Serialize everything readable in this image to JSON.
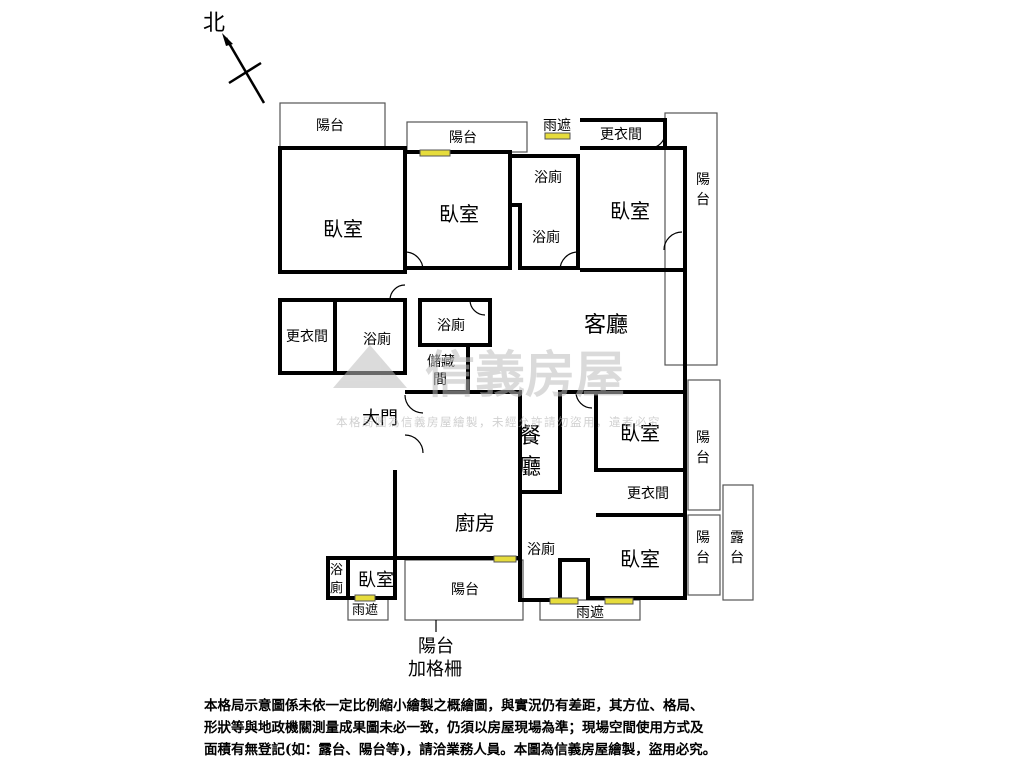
{
  "compass": {
    "north": "北"
  },
  "rooms": {
    "balcony_nw": "陽台",
    "balcony_n": "陽台",
    "canopy_n": "雨遮",
    "closet_ne": "更衣間",
    "balcony_e_top": "陽台",
    "bedroom_1": "臥室",
    "bedroom_2": "臥室",
    "bedroom_3": "臥室",
    "bath_1": "浴廁",
    "bath_2": "浴廁",
    "closet_w": "更衣間",
    "bath_3": "浴廁",
    "bath_4": "浴廁",
    "storage": "儲藏間",
    "living_room": "客廳",
    "entrance": "大門",
    "dining_1": "餐",
    "dining_2": "廳",
    "bedroom_4": "臥室",
    "balcony_e_mid": "陽台",
    "closet_se": "更衣間",
    "balcony_e_low": "陽台",
    "terrace": "露台",
    "kitchen": "廚房",
    "bath_5": "浴廁",
    "bedroom_5": "臥室",
    "bath_small": "浴廁",
    "bedroom_small": "臥室",
    "canopy_sw": "雨遮",
    "balcony_s": "陽台",
    "canopy_s": "雨遮"
  },
  "annotation": {
    "line1": "陽台",
    "line2": "加格柵"
  },
  "watermark": {
    "brand": "信義房屋",
    "notice": "本格局圖為信義房屋繪製，未經允許請勿盜用，違者必究"
  },
  "disclaimer": [
    "本格局示意圖係未依一定比例縮小繪製之概繪圖，與實況仍有差距，其方位、格局、",
    "形狀等與地政機關測量成果圖未必一致，仍須以房屋現場為準；現場空間使用方式及",
    "面積有無登記(如：露台、陽台等)，請洽業務人員。本圖為信義房屋繪製，盜用必究。"
  ],
  "colors": {
    "wall": "#000000",
    "window": "#e6dc3c",
    "watermark": "#c8c8c8"
  }
}
